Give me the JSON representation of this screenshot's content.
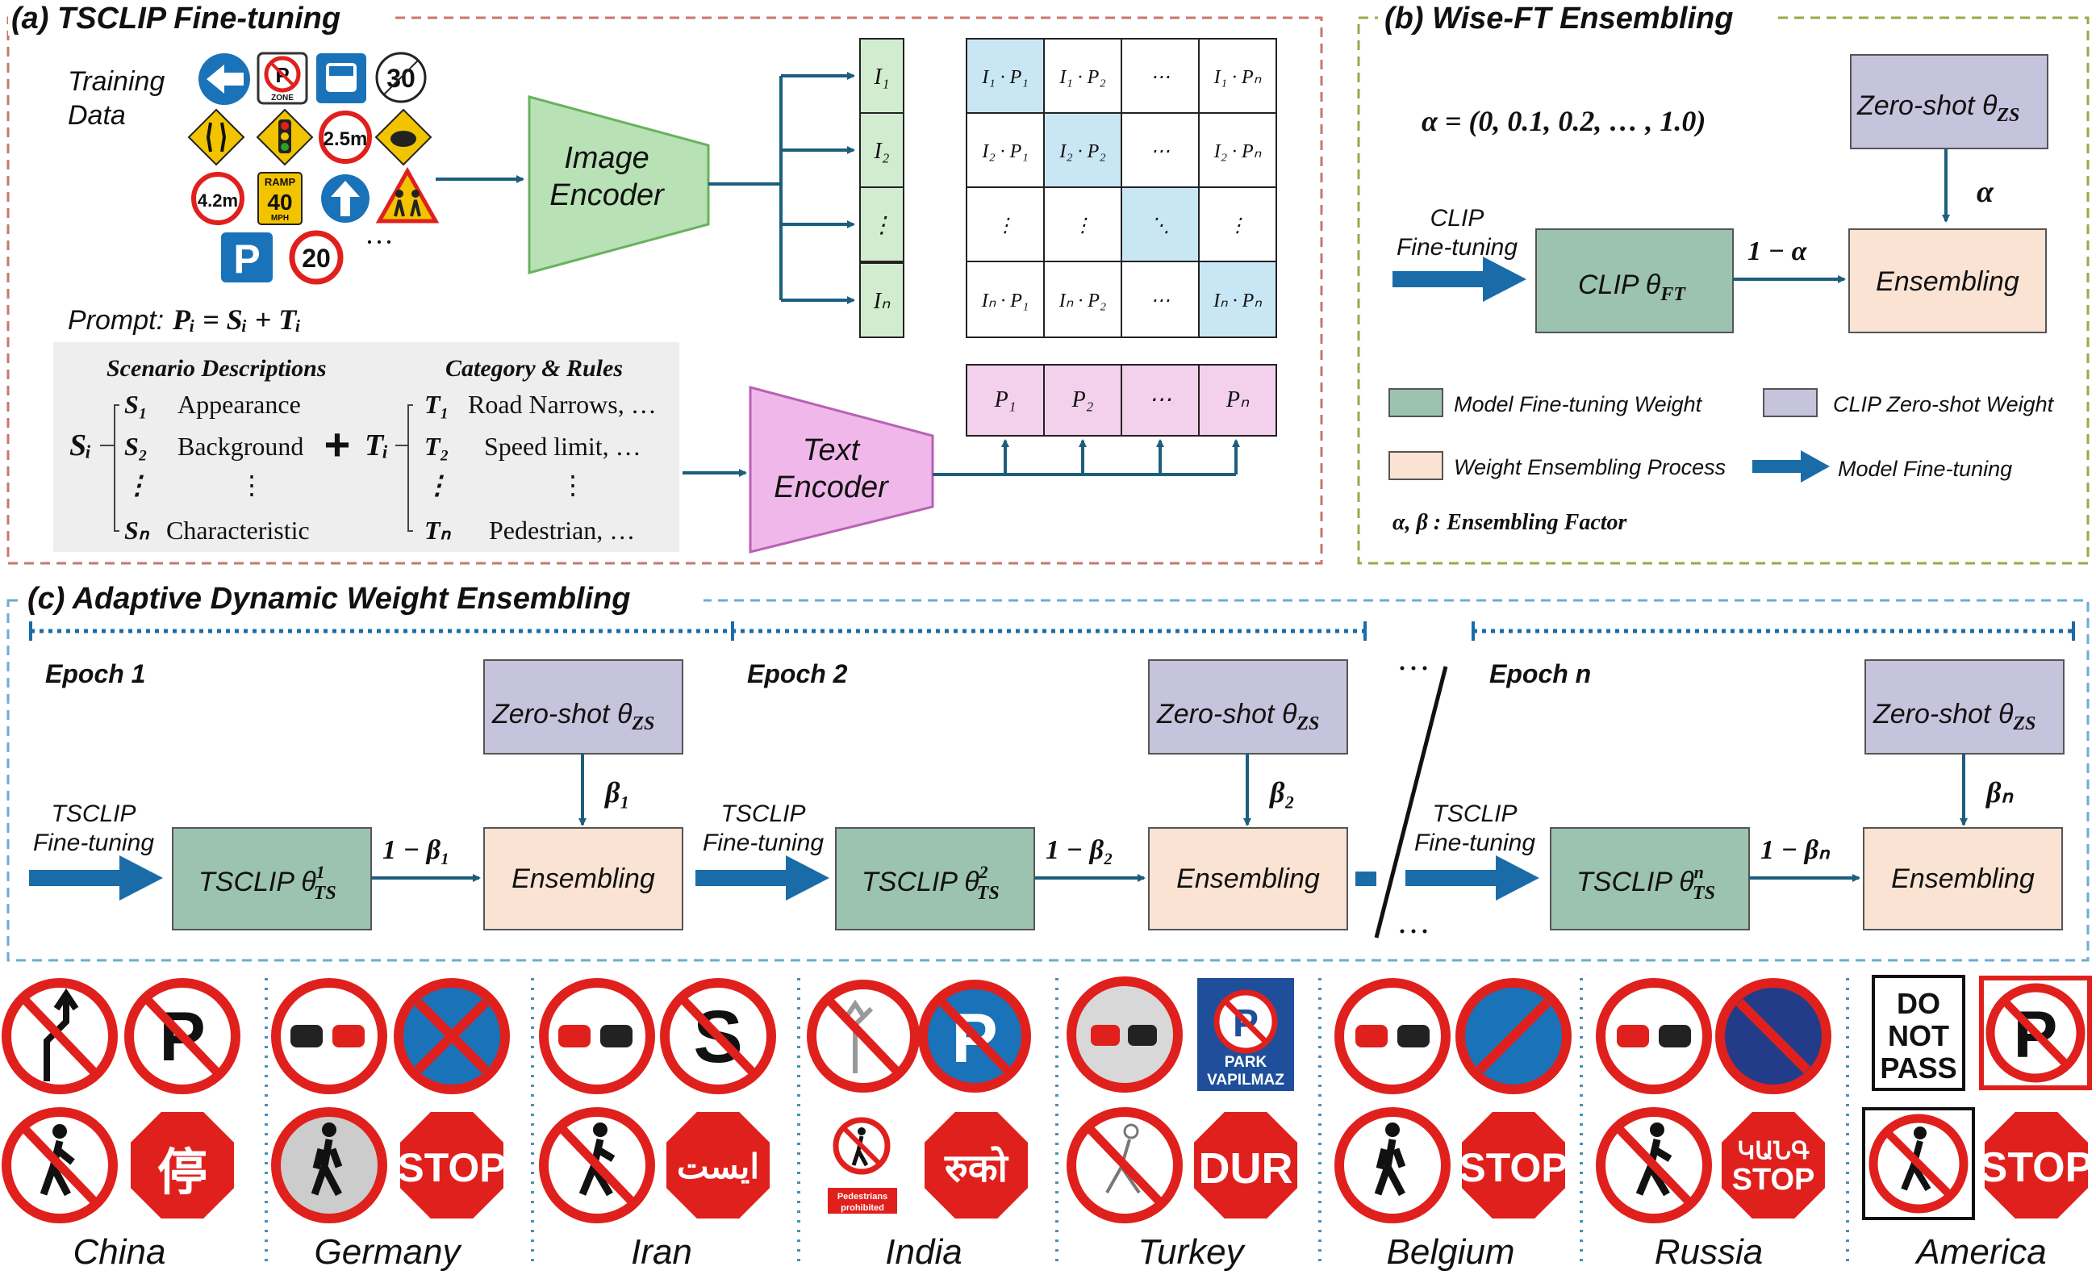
{
  "panel_a": {
    "title": "(a) TSCLIP Fine-tuning",
    "training_line1": "Training",
    "training_line2": "Data",
    "ellipsis": "···",
    "image_encoder_line1": "Image",
    "image_encoder_line2": "Encoder",
    "text_encoder_line1": "Text",
    "text_encoder_line2": "Encoder",
    "prompt_label": "Prompt:",
    "prompt_formula": "Pᵢ = Sᵢ + Tᵢ",
    "scenario_title": "Scenario Descriptions",
    "category_title": "Category & Rules",
    "s_main": "Sᵢ",
    "t_main": "Tᵢ",
    "plus": "+",
    "s_items": [
      {
        "sym": "S₁",
        "text": "Appearance"
      },
      {
        "sym": "S₂",
        "text": "Background"
      },
      {
        "sym": "⋮",
        "text": "⋮"
      },
      {
        "sym": "Sₙ",
        "text": "Characteristic"
      }
    ],
    "t_items": [
      {
        "sym": "T₁",
        "text": "Road Narrows, …"
      },
      {
        "sym": "T₂",
        "text": "Speed limit, …"
      },
      {
        "sym": "⋮",
        "text": "⋮"
      },
      {
        "sym": "Tₙ",
        "text": "Pedestrian, …"
      }
    ],
    "image_features": [
      "I₁",
      "I₂",
      "⋮",
      "Iₙ"
    ],
    "matrix": [
      [
        "I₁ · P₁",
        "I₁ · P₂",
        "⋯",
        "I₁ · Pₙ"
      ],
      [
        "I₂ · P₁",
        "I₂ · P₂",
        "⋯",
        "I₂ · Pₙ"
      ],
      [
        "⋮",
        "⋮",
        "⋱",
        "⋮"
      ],
      [
        "Iₙ · P₁",
        "Iₙ · P₂",
        "⋯",
        "Iₙ · Pₙ"
      ]
    ],
    "text_features": [
      "P₁",
      "P₂",
      "⋯",
      "Pₙ"
    ],
    "signs": {
      "sign_zone": "ZONE",
      "sign_30": "30",
      "sign_25": "2.5m",
      "sign_42": "4.2m",
      "sign_ramp": "RAMP",
      "sign_40": "40",
      "sign_mph": "MPH",
      "sign_p": "P",
      "sign_20": "20"
    }
  },
  "panel_b": {
    "title": "(b) Wise-FT Ensembling",
    "alpha_eq": "α = (0, 0.1, 0.2, … , 1.0)",
    "zero_shot": "Zero-shot θ",
    "zero_shot_sub": "ZS",
    "alpha": "α",
    "clip_ft_line1": "CLIP",
    "clip_ft_line2": "Fine-tuning",
    "clip_box": "CLIP θ",
    "clip_box_sub": "FT",
    "one_minus_alpha": "1 − α",
    "ensembling": "Ensembling",
    "legend": {
      "ft_weight": "Model Fine-tuning Weight",
      "zs_weight": "CLIP Zero-shot Weight",
      "ens_process": "Weight Ensembling Process",
      "fine_tuning": "Model Fine-tuning",
      "factor": "α,  β : Ensembling Factor"
    }
  },
  "panel_c": {
    "title": "(c) Adaptive Dynamic Weight Ensembling",
    "epochs": [
      {
        "label": "Epoch 1",
        "zs": "Zero-shot θ",
        "zs_sub": "ZS",
        "beta": "β₁",
        "one_minus": "1 − β₁",
        "ts": "TSCLIP θ",
        "ts_sup": "1",
        "ts_sub": "TS",
        "ens": "Ensembling",
        "ft1": "TSCLIP",
        "ft2": "Fine-tuning"
      },
      {
        "label": "Epoch 2",
        "zs": "Zero-shot θ",
        "zs_sub": "ZS",
        "beta": "β₂",
        "one_minus": "1 − β₂",
        "ts": "TSCLIP θ",
        "ts_sup": "2",
        "ts_sub": "TS",
        "ens": "Ensembling",
        "ft1": "TSCLIP",
        "ft2": "Fine-tuning"
      },
      {
        "label": "Epoch n",
        "zs": "Zero-shot θ",
        "zs_sub": "ZS",
        "beta": "βₙ",
        "one_minus": "1 − βₙ",
        "ts": "TSCLIP θ",
        "ts_sup": "n",
        "ts_sub": "TS",
        "ens": "Ensembling",
        "ft1": "TSCLIP",
        "ft2": "Fine-tuning"
      }
    ],
    "dots": "···"
  },
  "countries": [
    {
      "name": "China",
      "sign_text": "停"
    },
    {
      "name": "Germany",
      "sign_text": "STOP"
    },
    {
      "name": "Iran",
      "sign_text": "ایست"
    },
    {
      "name": "India",
      "sign_text": "रुको",
      "small_sign": "Pedestrians prohibited"
    },
    {
      "name": "Turkey",
      "sign_text": "DUR",
      "park_line1": "PARK",
      "park_line2": "VAPILMAZ"
    },
    {
      "name": "Belgium",
      "sign_text": "STOP"
    },
    {
      "name": "Russia",
      "sign_text": "STOP",
      "sign_text_top": "ԿԱՆԳ"
    },
    {
      "name": "America",
      "sign_text": "STOP",
      "dnp1": "DO",
      "dnp2": "NOT",
      "dnp3": "PASS"
    }
  ],
  "colors": {
    "green_box": "#9cc3b0",
    "purple_box": "#c6c3dc",
    "peach_box": "#fae3d3",
    "arrow_blue": "#1a6ca8",
    "dark_teal": "#1d5e7e",
    "feature_green": "#d2ecd0",
    "feature_pink": "#f3d0ec",
    "diag_blue": "#c9e6f5",
    "sign_red": "#e0201c",
    "sign_blue": "#1a72b9"
  }
}
